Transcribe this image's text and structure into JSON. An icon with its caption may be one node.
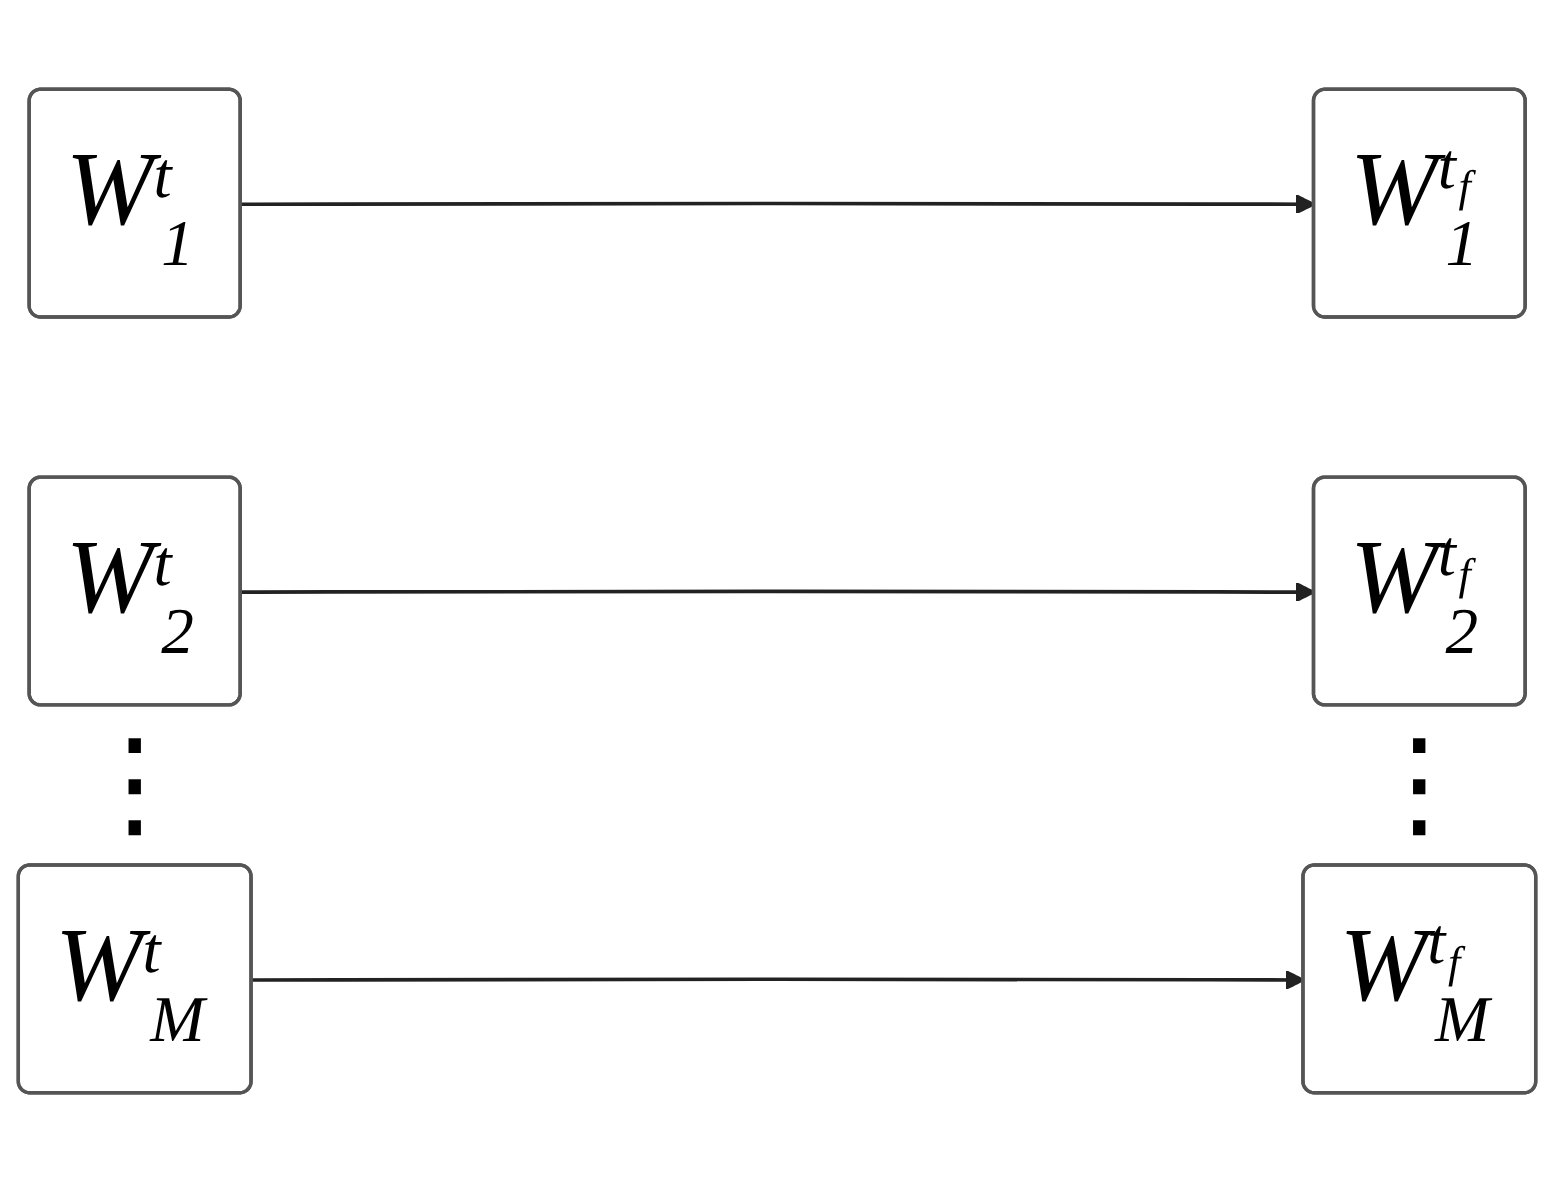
{
  "diagram": {
    "nodes": [
      {
        "text": [
          "W$^{t}$$_{1}$"
        ]
      },
      {
        "text": [
          "W$^{t}$$_{f}$$_{1}$"
        ]
      },
      {
        "text": [
          "W$^{t}$$_{2}$"
        ]
      },
      {
        "text": [
          "W$^{t}$$_{f}$$_{2}$"
        ]
      },
      {
        "text": [
          "W$^{t}$$_{M}$"
        ]
      },
      {
        "text": [
          "W$^{t}$$_{f}$$_{M}$"
        ]
      }
    ],
    "edges": [
      {
        "from": 0,
        "to": 1,
        "arrow": "to"
      },
      {
        "from": 2,
        "to": 3,
        "arrow": "to"
      },
      {
        "from": 4,
        "to": 5,
        "arrow": "to"
      }
    ],
    "labels": [
      "⋮",
      "⋮"
    ]
  }
}
